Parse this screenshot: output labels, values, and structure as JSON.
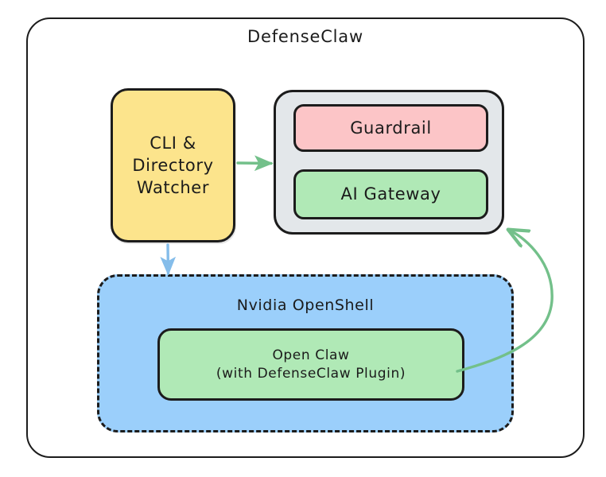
{
  "diagram": {
    "title": "DefenseClaw",
    "type": "architecture-block-diagram",
    "style": "hand-drawn",
    "background_color": "#ffffff",
    "outline_color": "#1c1c1c",
    "nodes": {
      "cli_watcher": {
        "label_line1": "CLI &",
        "label_line2": "Directory",
        "label_line3": "Watcher",
        "fill_color": "#fce48c",
        "shape": "rounded-rect"
      },
      "gray_group": {
        "label": "",
        "fill_color": "#e3e7ea",
        "shape": "rounded-rect"
      },
      "guardrail": {
        "label": "Guardrail",
        "fill_color": "#fcc5c7",
        "shape": "rounded-rect"
      },
      "ai_gateway": {
        "label": "AI Gateway",
        "fill_color": "#b0e9b6",
        "shape": "rounded-rect"
      },
      "openshell": {
        "label": "Nvidia OpenShell",
        "fill_color": "#9bcffb",
        "shape": "rounded-rect-dashed"
      },
      "open_claw": {
        "label_line1": "Open Claw",
        "label_line2": "(with DefenseClaw Plugin)",
        "fill_color": "#b0e9b6",
        "shape": "rounded-rect"
      }
    },
    "edges": [
      {
        "name": "cli-to-gray-group",
        "from": "cli_watcher",
        "to": "gray_group",
        "color": "#73c08a",
        "style": "straight-arrow",
        "direction": "right"
      },
      {
        "name": "cli-to-openshell",
        "from": "cli_watcher",
        "to": "openshell",
        "color": "#85bdea",
        "style": "straight-arrow",
        "direction": "down"
      },
      {
        "name": "openclaw-to-gray-group",
        "from": "open_claw",
        "to": "gray_group",
        "color": "#73c08a",
        "style": "curved-arrow",
        "direction": "up-right-loop"
      }
    ]
  }
}
